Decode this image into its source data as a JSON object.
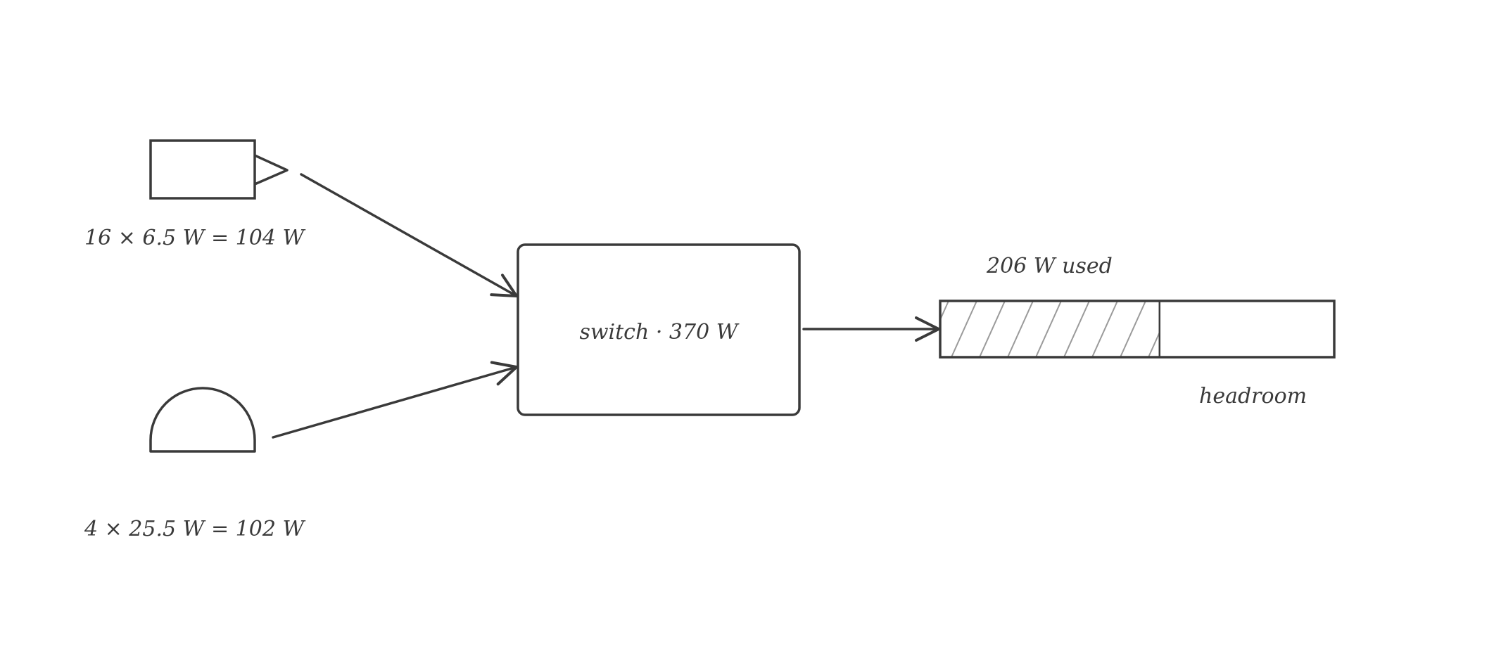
{
  "diagram": {
    "camera_load": {
      "label": "16 × 6.5 W = 104 W",
      "icon": "camera-icon"
    },
    "dome_load": {
      "label": "4 × 25.5 W = 102 W",
      "icon": "dome-camera-icon"
    },
    "switch": {
      "label": "switch · 370 W"
    },
    "budget": {
      "used_label": "206 W used",
      "headroom_label": "headroom",
      "used_watts": 206,
      "total_watts": 370
    }
  },
  "colors": {
    "stroke": "#3a3a3a",
    "hatch": "#9a9a9a",
    "background": "#ffffff"
  }
}
